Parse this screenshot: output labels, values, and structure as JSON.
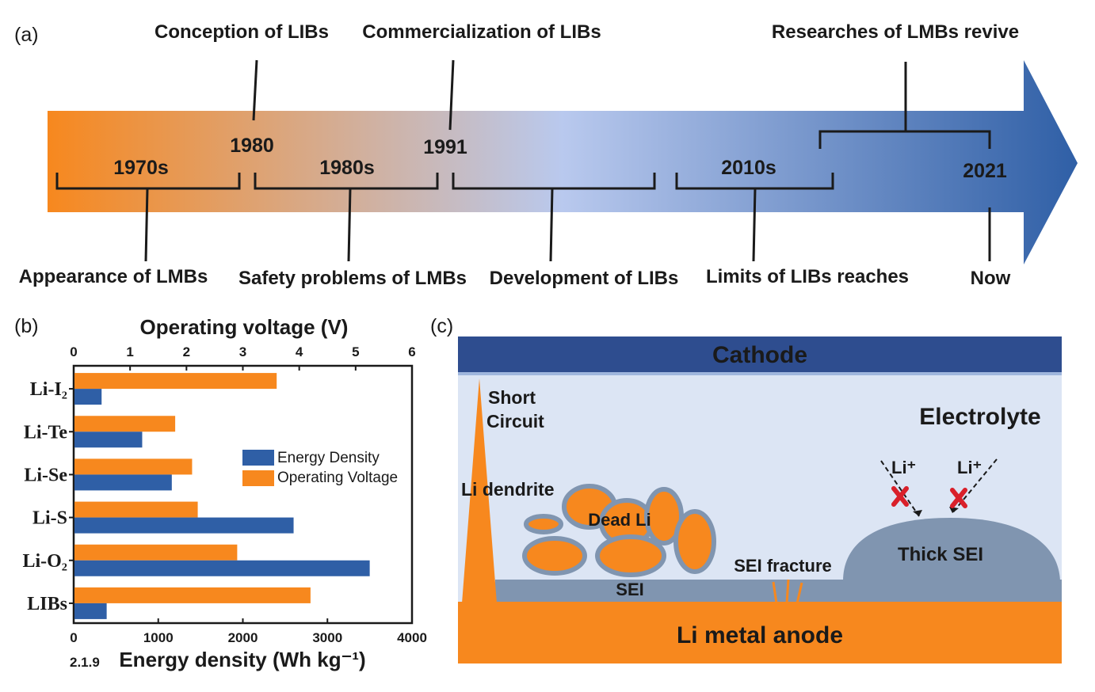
{
  "panel_a": {
    "tag": "(a)",
    "top_labels": [
      "Conception of LIBs",
      "Commercialization of LIBs",
      "Researches of LMBs revive"
    ],
    "years": [
      "1970s",
      "1980",
      "1980s",
      "1991",
      "2010s",
      "2021"
    ],
    "bottom_labels": [
      "Appearance of LMBs",
      "Safety problems of LMBs",
      "Development of LIBs",
      "Limits of LIBs reaches",
      "Now"
    ],
    "colors": {
      "start": "#f7881e",
      "mid": "#b9c9ee",
      "end": "#2f5fa6"
    }
  },
  "panel_b": {
    "tag": "(b)",
    "footer": "2.1.9"
  },
  "chart_data": {
    "type": "bar",
    "orientation": "horizontal",
    "categories": [
      "Li-I₂",
      "Li-Te",
      "Li-Se",
      "Li-S",
      "Li-O₂",
      "LIBs"
    ],
    "series": [
      {
        "name": "Energy Density",
        "axis": "bottom",
        "color": "#2f5fa6",
        "values": [
          330,
          810,
          1160,
          2600,
          3500,
          390
        ]
      },
      {
        "name": "Operating Voltage",
        "axis": "top",
        "color": "#f7881e",
        "values": [
          3.6,
          1.8,
          2.1,
          2.2,
          2.9,
          4.2
        ]
      }
    ],
    "xlabel_bottom": "Energy density (Wh kg⁻¹)",
    "xlabel_top": "Operating voltage (V)",
    "bottom_ticks": [
      "0",
      "1000",
      "2000",
      "3000",
      "4000"
    ],
    "top_ticks": [
      "0",
      "1",
      "2",
      "3",
      "4",
      "5",
      "6"
    ],
    "xlim_bottom": [
      0,
      4000
    ],
    "xlim_top": [
      0,
      6
    ],
    "legend": "center-right"
  },
  "panel_c": {
    "tag": "(c)",
    "cathode": "Cathode",
    "electrolyte": "Electrolyte",
    "short_circuit_1": "Short",
    "short_circuit_2": "Circuit",
    "li_dendrite": "Li dendrite",
    "dead_li": "Dead Li",
    "sei_fracture": "SEI fracture",
    "sei": "SEI",
    "thick_sei": "Thick SEI",
    "li_ion": "Li⁺",
    "anode": "Li metal anode",
    "colors": {
      "cathode": "#2e4d8f",
      "electrolyte": "#dce5f4",
      "sei": "#8095b0",
      "anode": "#f7881e",
      "block": "#d9202a"
    }
  }
}
